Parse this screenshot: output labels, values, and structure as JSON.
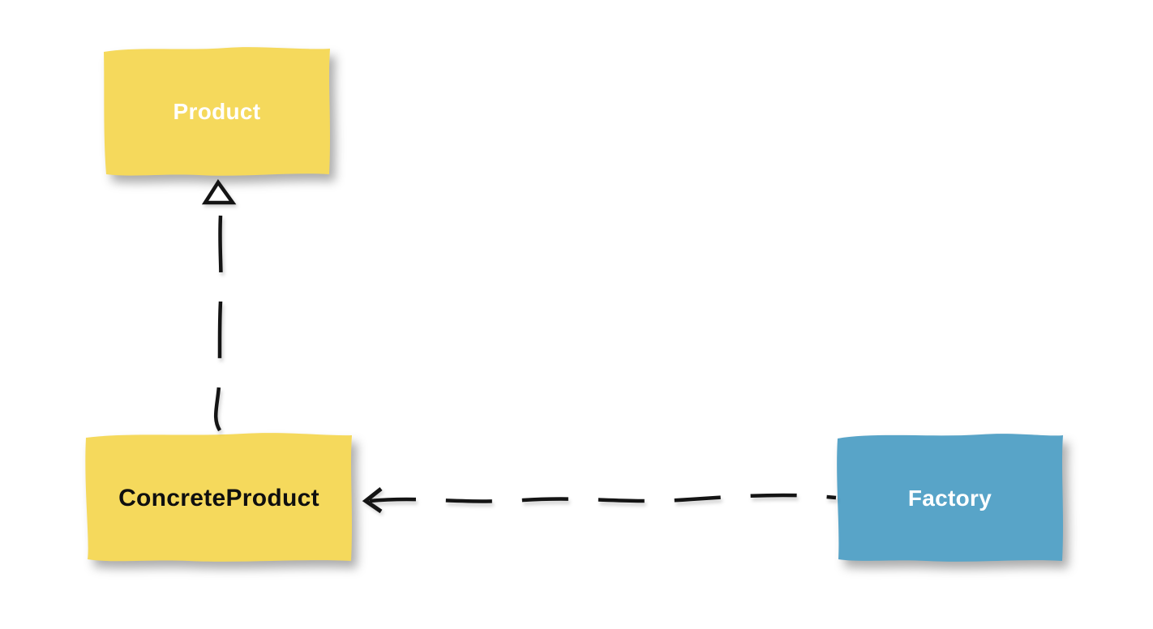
{
  "canvas": {
    "background": "#FFFFFF"
  },
  "diagram": {
    "line_color": "#141414",
    "arrowhead_fill": "#FFFFFF",
    "nodes": [
      {
        "id": "product",
        "label": "Product",
        "fill": "#F5D95C",
        "text_color": "#FFFFFF"
      },
      {
        "id": "concrete-product",
        "label": "ConcreteProduct",
        "fill": "#F5D95C",
        "text_color": "#0F0F0F"
      },
      {
        "id": "factory",
        "label": "Factory",
        "fill": "#58A4C8",
        "text_color": "#FFFFFF"
      }
    ],
    "edges": [
      {
        "id": "concreteproduct-to-product",
        "from": "ConcreteProduct",
        "to": "Product",
        "line_style": "dashed",
        "arrowhead": "hollow-triangle",
        "arrowhead_at": "Product-bottom"
      },
      {
        "id": "factory-to-concreteproduct",
        "from": "Factory",
        "to": "ConcreteProduct",
        "line_style": "dashed",
        "arrowhead": "open-v",
        "arrowhead_at": "ConcreteProduct-right"
      }
    ]
  }
}
